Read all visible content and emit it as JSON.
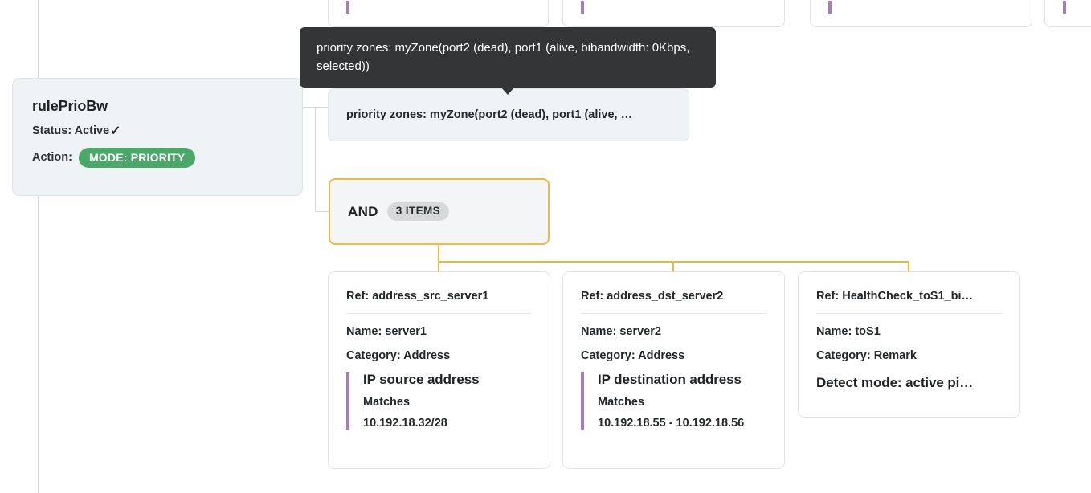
{
  "colors": {
    "accent_orange": "#edb63d",
    "accent_purple": "#a87cbb",
    "badge_green": "#4aa868",
    "connector_gray": "#d3d7d9",
    "tooltip_bg": "#333537",
    "node_bg": "#eef3f6"
  },
  "rule_node": {
    "title": "rulePrioBw",
    "status_label": "Status: Active",
    "status_icon": "check-icon",
    "action_label": "Action:",
    "action_badge": "MODE: PRIORITY"
  },
  "summary_node": {
    "text": "priority zones: myZone(port2 (dead), port1 (alive, …"
  },
  "tooltip": {
    "text": "priority zones: myZone(port2 (dead), port1 (alive, bibandwidth: 0Kbps, selected))"
  },
  "operator_node": {
    "label": "AND",
    "count_badge": "3 ITEMS"
  },
  "leaf_nodes": [
    {
      "ref": "Ref: address_src_server1",
      "name": "Name: server1",
      "category": "Category: Address",
      "detail_title": "IP source address",
      "detail_op": "Matches",
      "detail_value": "10.192.18.32/28",
      "has_accent_bar": true
    },
    {
      "ref": "Ref: address_dst_server2",
      "name": "Name: server2",
      "category": "Category: Address",
      "detail_title": "IP destination address",
      "detail_op": "Matches",
      "detail_value": "10.192.18.55 - 10.192.18.56",
      "has_accent_bar": true
    },
    {
      "ref": "Ref: HealthCheck_toS1_bi…",
      "name": "Name: toS1",
      "category": "Category: Remark",
      "detail_title": "Detect mode: active pi…",
      "detail_op": "",
      "detail_value": "",
      "has_accent_bar": false
    }
  ]
}
